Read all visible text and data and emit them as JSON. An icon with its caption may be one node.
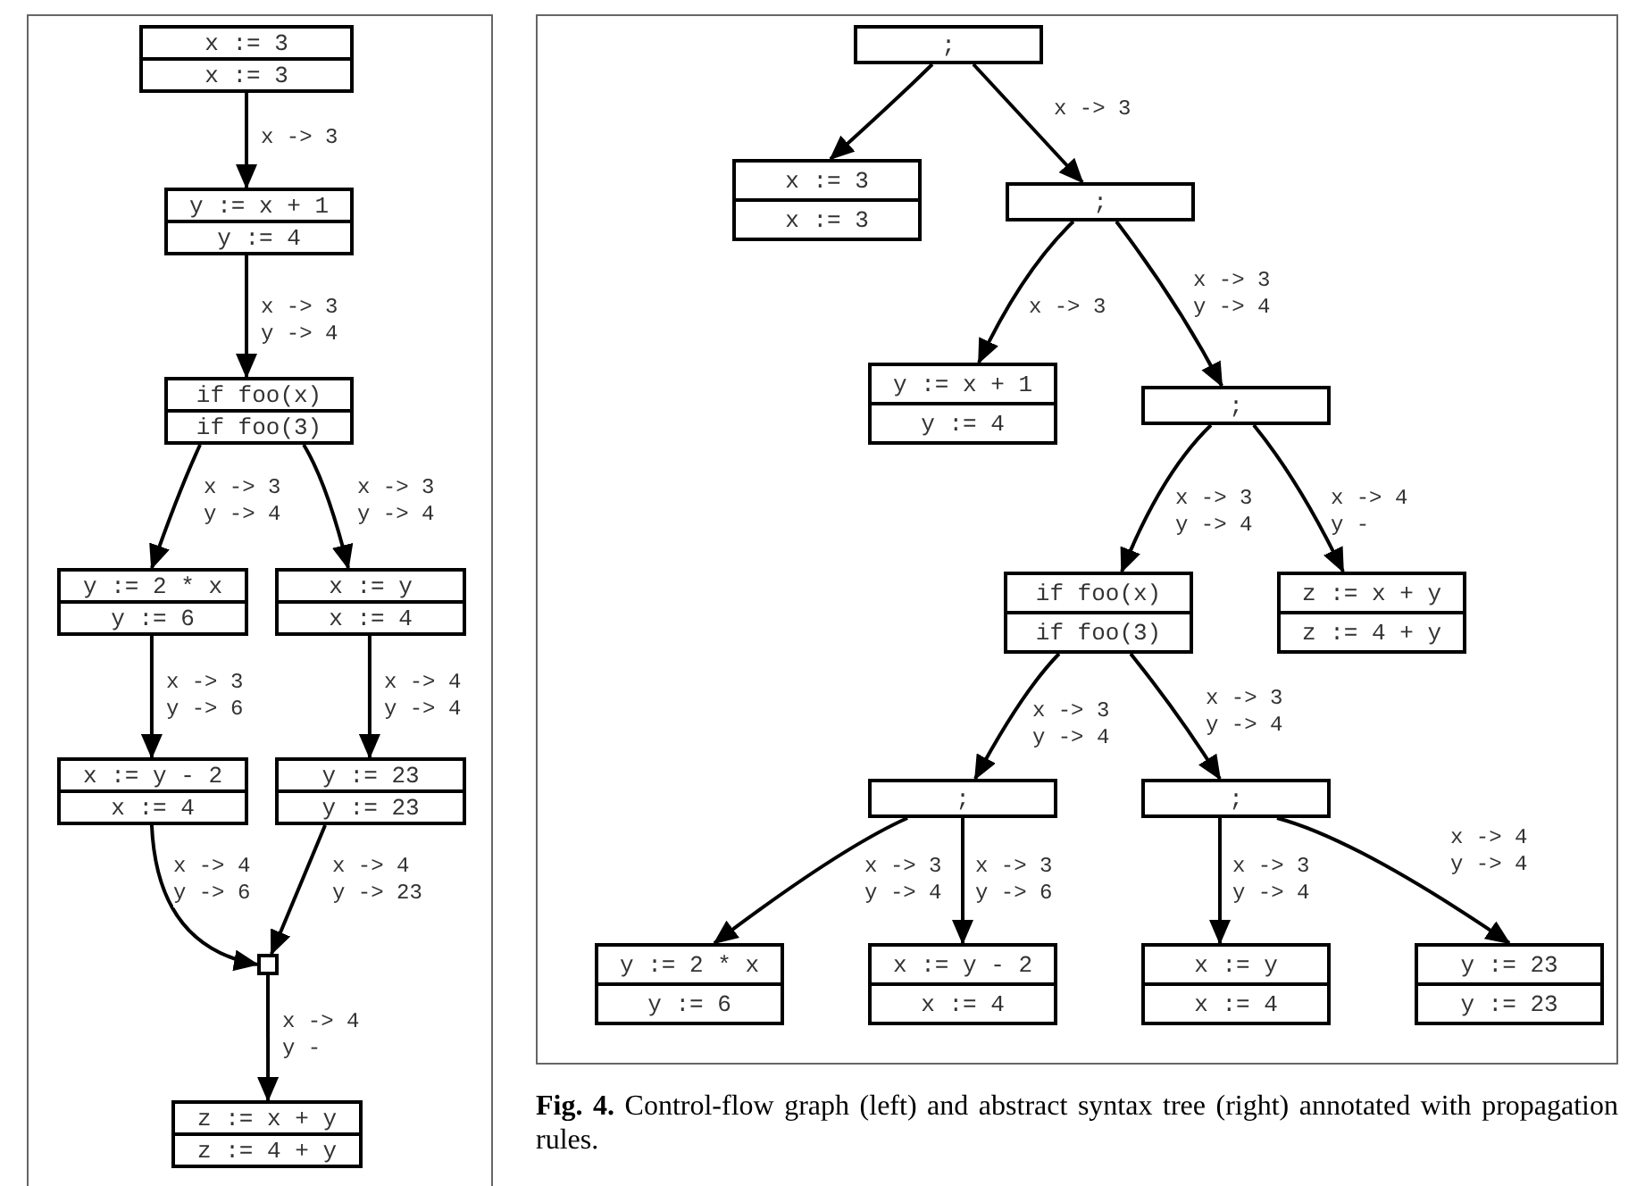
{
  "diagram": {
    "caption": "**Fig. 4.** Control-flow graph (left) and abstract syntax tree (right) annotated with propagation rules.",
    "nodes": [
      {
        "text": [
          "x := 3",
          "x := 3"
        ]
      },
      {
        "text": [
          "y := x + 1",
          "y := 4"
        ]
      },
      {
        "text": [
          "if foo(x)",
          "if foo(3)"
        ]
      },
      {
        "text": [
          "y := 2 * x",
          "y := 6"
        ]
      },
      {
        "text": [
          "x := y",
          "x := 4"
        ]
      },
      {
        "text": [
          "x := y - 2",
          "x := 4"
        ]
      },
      {
        "text": [
          "y := 23",
          "y := 23"
        ]
      },
      {
        "text": [],
        "shape": "box"
      },
      {
        "text": [
          "z := x + y",
          "z := 4 + y"
        ]
      },
      {
        "text": [
          ";"
        ]
      },
      {
        "text": [
          "x := 3",
          "x := 3"
        ]
      },
      {
        "text": [
          ";"
        ]
      },
      {
        "text": [
          "y := x + 1",
          "y := 4"
        ]
      },
      {
        "text": [
          ";"
        ]
      },
      {
        "text": [
          "if foo(x)",
          "if foo(3)"
        ]
      },
      {
        "text": [
          "z := x + y",
          "z := 4 + y"
        ]
      },
      {
        "text": [
          ";"
        ]
      },
      {
        "text": [
          ";"
        ]
      },
      {
        "text": [
          "y := 2 * x",
          "y := 6"
        ]
      },
      {
        "text": [
          "x := y - 2",
          "x := 4"
        ]
      },
      {
        "text": [
          "x := y",
          "x := 4"
        ]
      },
      {
        "text": [
          "y := 23",
          "y := 23"
        ]
      }
    ],
    "edges": [
      {
        "from": 0,
        "to": 1,
        "arrow": "to",
        "label": "x -> 3"
      },
      {
        "from": 1,
        "to": 2,
        "arrow": "to",
        "label": "x -> 3 y -> 4"
      },
      {
        "from": 2,
        "to": 3,
        "arrow": "to",
        "label": "x -> 3 y -> 4"
      },
      {
        "from": 2,
        "to": 4,
        "arrow": "to",
        "label": "x -> 3 y -> 4"
      },
      {
        "from": 3,
        "to": 5,
        "arrow": "to",
        "label": "x -> 3 y -> 6"
      },
      {
        "from": 4,
        "to": 6,
        "arrow": "to",
        "label": "x -> 4 y -> 4"
      },
      {
        "from": 5,
        "to": 7,
        "arrow": "to",
        "label": "x -> 4 y -> 6"
      },
      {
        "from": 6,
        "to": 7,
        "arrow": "to",
        "label": "x -> 4 y -> 23"
      },
      {
        "from": 7,
        "to": 8,
        "arrow": "to",
        "label": "x -> 4 y -"
      },
      {
        "from": 9,
        "to": 10,
        "arrow": "to"
      },
      {
        "from": 9,
        "to": 11,
        "arrow": "to",
        "label": "x -> 3"
      },
      {
        "from": 11,
        "to": 12,
        "arrow": "to",
        "label": "x -> 3"
      },
      {
        "from": 11,
        "to": 13,
        "arrow": "to",
        "label": "x -> 3 y -> 4"
      },
      {
        "from": 13,
        "to": 14,
        "arrow": "to",
        "label": "x -> 3 y -> 4"
      },
      {
        "from": 13,
        "to": 15,
        "arrow": "to",
        "label": "x -> 4 y -"
      },
      {
        "from": 14,
        "to": 16,
        "arrow": "to",
        "label": "x -> 3 y -> 4"
      },
      {
        "from": 14,
        "to": 17,
        "arrow": "to",
        "label": "x -> 3 y -> 4"
      },
      {
        "from": 16,
        "to": 18,
        "arrow": "to",
        "label": "x -> 3 y -> 4"
      },
      {
        "from": 16,
        "to": 19,
        "arrow": "to",
        "label": "x -> 3 y -> 6"
      },
      {
        "from": 17,
        "to": 20,
        "arrow": "to",
        "label": "x -> 3 y -> 4"
      },
      {
        "from": 17,
        "to": 21,
        "arrow": "to",
        "label": "x -> 4 y -> 4"
      }
    ]
  }
}
